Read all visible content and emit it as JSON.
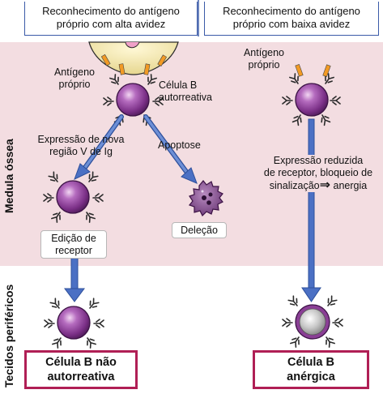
{
  "headers": {
    "left": [
      "Reconhecimento do antígeno",
      "próprio com alta avidez"
    ],
    "right": [
      "Reconhecimento do antígeno",
      "próprio com baixa avidez"
    ]
  },
  "side_labels": {
    "bone_marrow": "Medula óssea",
    "peripheral": "Tecidos periféricos"
  },
  "left_panel": {
    "antigen_label": [
      "Antígeno",
      "próprio"
    ],
    "cell_label": [
      "Célula B",
      "autorreativa"
    ],
    "expression_label": [
      "Expressão de nova",
      "região V de Ig"
    ],
    "apoptosis_label": "Apoptose",
    "receptor_edit_box": [
      "Edição de",
      "receptor"
    ],
    "deletion_box": "Deleção",
    "outcome": [
      "Célula B não",
      "autorreativa"
    ]
  },
  "right_panel": {
    "antigen_label": [
      "Antígeno",
      "próprio"
    ],
    "expression_text": [
      "Expressão reduzida",
      "de receptor, bloqueio de"
    ],
    "signaling_text": "sinalização",
    "arrow_glyph": "⇒",
    "anergy_text": "anergia",
    "outcome": [
      "Célula B",
      "anérgica"
    ]
  },
  "colors": {
    "marrow_bg": "#f3dde1",
    "outcome_border": "#b01f55",
    "arrow": "#4b70c4",
    "cell_purple": "#8a3f95",
    "apc_yellow": "#f1e6ad"
  }
}
